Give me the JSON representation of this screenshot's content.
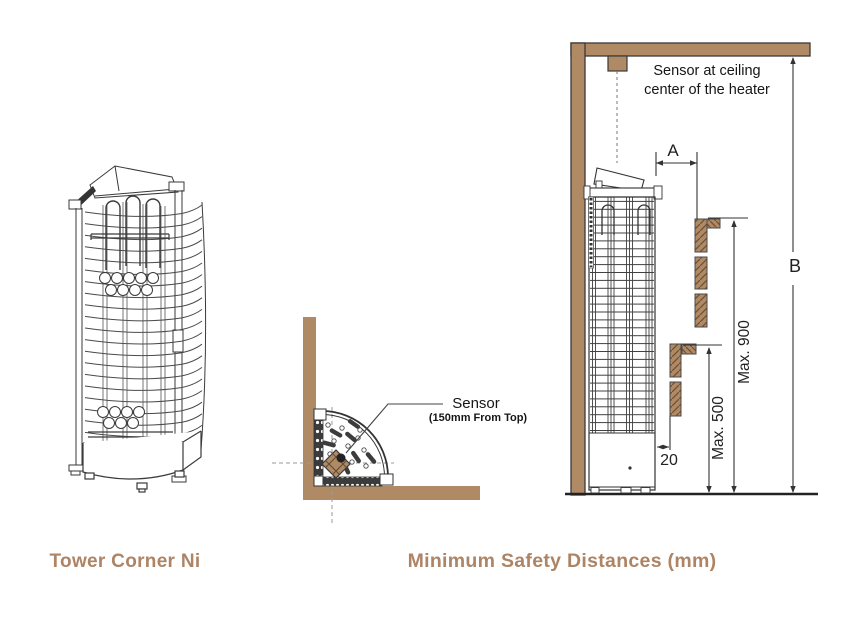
{
  "title_captions": {
    "left": "Tower Corner Ni",
    "right": "Minimum Safety Distances (mm)"
  },
  "side_view": {
    "ceiling_sensor_note_line1": "Sensor at ceiling",
    "ceiling_sensor_note_line2": "center of the heater",
    "dim_a_label": "A",
    "dim_b_label": "B",
    "max_900_label": "Max. 900",
    "max_500_label": "Max. 500",
    "gap_20_label": "20"
  },
  "top_view": {
    "sensor_label": "Sensor",
    "sensor_distance_label": "(150mm From Top)"
  },
  "colors": {
    "wood": "#b08a64",
    "wood_grain": "#6e5137",
    "line_art": "#333333",
    "caption_text": "#ad8465",
    "dashed_line": "#999999"
  }
}
